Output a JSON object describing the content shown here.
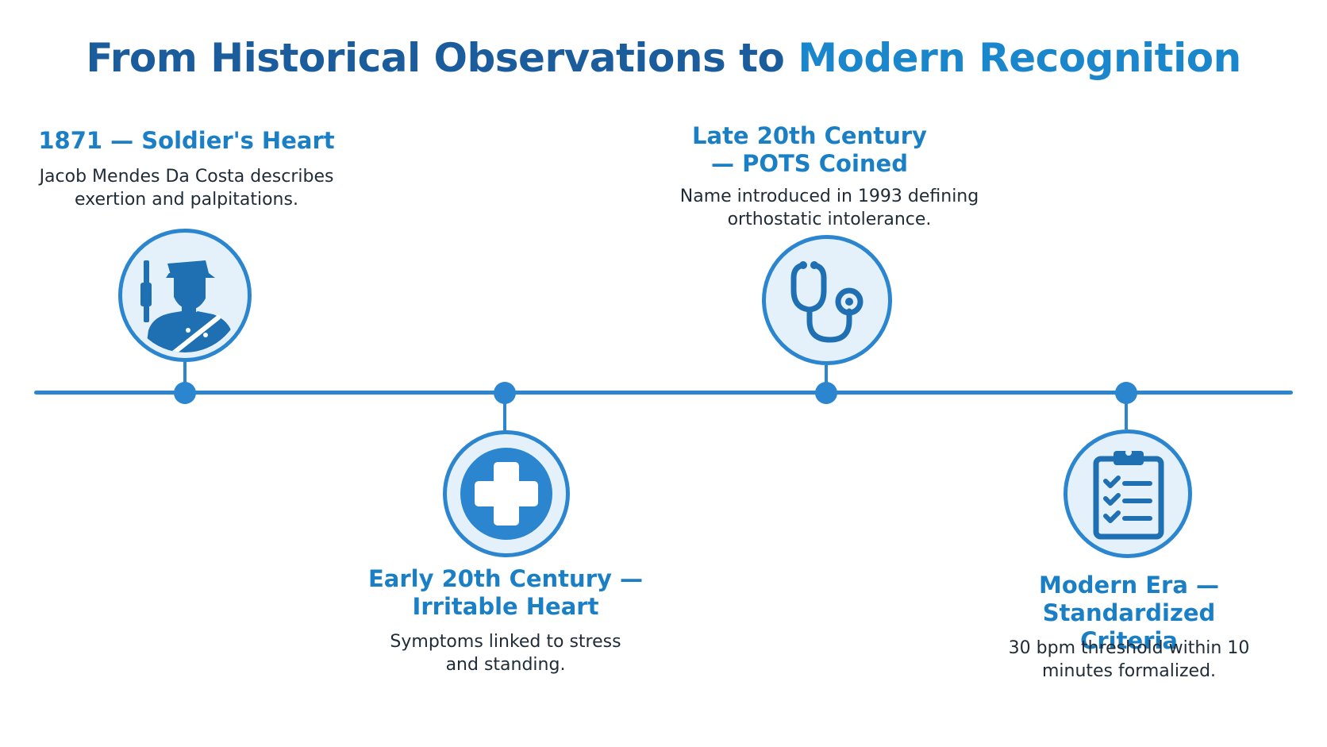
{
  "title": {
    "part1": "From Historical Observations to ",
    "part2": "Modern Recognition"
  },
  "colors": {
    "title_dark": "#1a5c9c",
    "accent": "#1a86cc",
    "line": "#2b86cf",
    "icon_fill": "#e4f1fb",
    "text": "#1f2b36"
  },
  "events": [
    {
      "title": "1871 — Soldier's Heart",
      "description": "Jacob Mendes Da Costa describes exertion and palpitations.",
      "icon": "soldier-icon"
    },
    {
      "title": "Early 20th Century — Irritable Heart",
      "description": "Symptoms linked to stress and standing.",
      "icon": "medical-cross-icon"
    },
    {
      "title": "Late 20th Century — POTS Coined",
      "description": "Name introduced in 1993 defining orthostatic intolerance.",
      "icon": "stethoscope-icon"
    },
    {
      "title": "Modern Era — Standardized Criteria",
      "description": "30 bpm threshold within 10 minutes formalized.",
      "icon": "clipboard-checklist-icon"
    }
  ]
}
